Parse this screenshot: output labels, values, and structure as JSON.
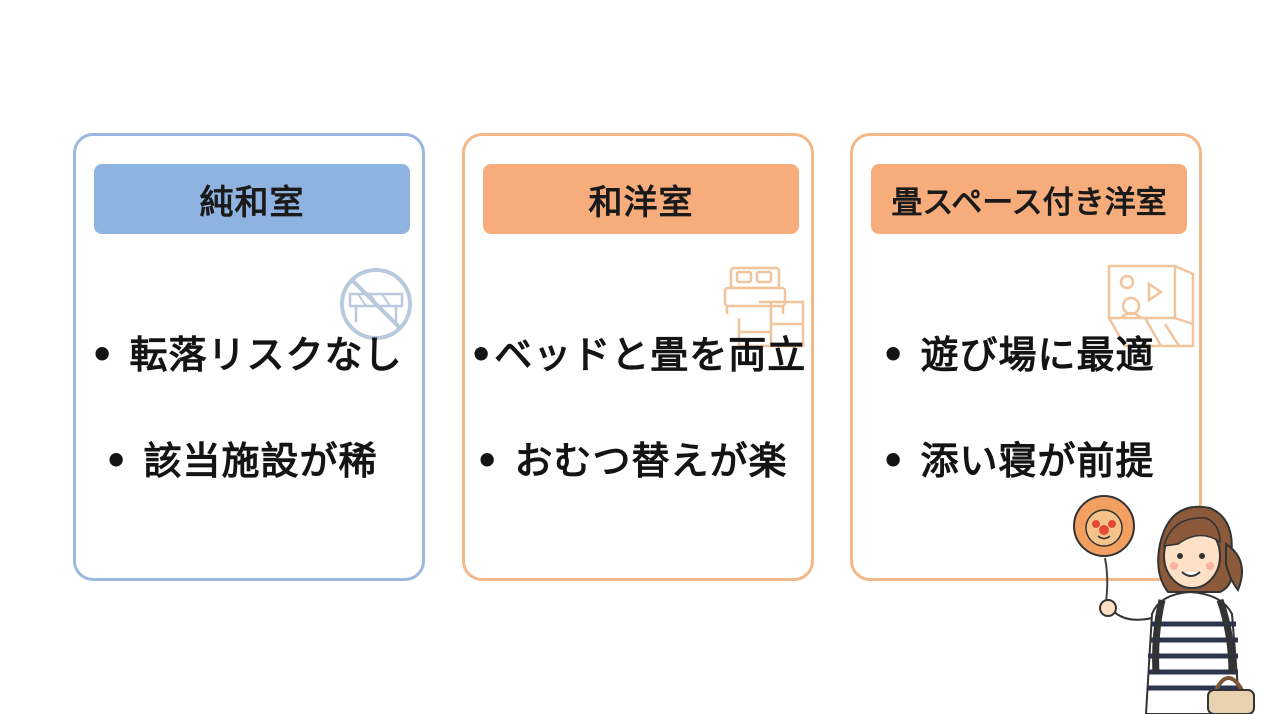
{
  "cards": [
    {
      "title": "純和室",
      "bullets": [
        "• 転落リスクなし",
        "• 該当施設が稀"
      ]
    },
    {
      "title": "和洋室",
      "bullets": [
        "•ベッドと畳を両立",
        "• おむつ替えが楽"
      ]
    },
    {
      "title": "畳スペース付き洋室",
      "bullets": [
        "• 遊び場に最適",
        "• 添い寝が前提"
      ]
    }
  ],
  "colors": {
    "blue_border": "#9bb9df",
    "blue_head": "#8fb3e0",
    "orange_border": "#f3b98b",
    "orange_head": "#f6ad7b"
  },
  "icons": [
    "no-entry-barrier-icon",
    "bed-on-tatami-icon",
    "room-with-child-play-icon",
    "woman-with-balloon-illustration"
  ]
}
